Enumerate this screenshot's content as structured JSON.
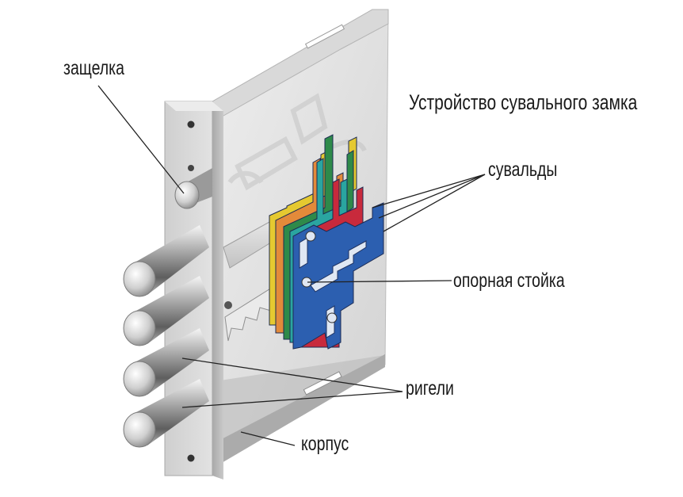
{
  "title": "Устройство сувального замка",
  "labels": {
    "latch": "защелка",
    "levers": "сувальды",
    "support_post": "опорная стойка",
    "bolts": "ригели",
    "housing": "корпус"
  },
  "colors": {
    "metal_light": "#e4e4e4",
    "metal_mid": "#c6c6c6",
    "metal_dark": "#8e8e8e",
    "lever_blue": "#2c5fb0",
    "lever_red": "#c82a3c",
    "lever_green": "#2e8a4a",
    "lever_yellow": "#e5c930",
    "lever_orange": "#e38a3a",
    "lever_teal": "#2aa5a0",
    "leader_line": "#222222"
  }
}
